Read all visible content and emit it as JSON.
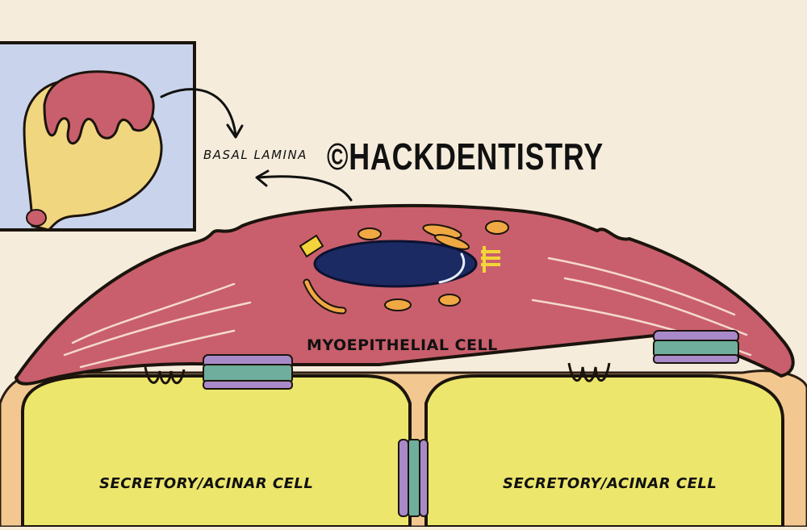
{
  "watermark": "©HACKDENTISTRY",
  "labels": {
    "basal_lamina": "BASAL LAMINA",
    "myoepithelial_cell": "MYOEPITHELIAL CELL",
    "acinar_left": "SECRETORY/ACINAR CELL",
    "acinar_right": "SECRETORY/ACINAR CELL"
  },
  "colors": {
    "background": "#f5ecdb",
    "myoepithelial_cytoplasm": "#c95f6c",
    "acinar_cell": "#ece66c",
    "basal_lamina": "#f2c890",
    "nucleus": "#1c2a63",
    "desmosome": "#6fae9c",
    "membrane_purple": "#a98ac9",
    "inset_background": "#c9d4ec",
    "organelle_orange": "#f0a843",
    "organelle_yellow": "#f3d43a"
  }
}
